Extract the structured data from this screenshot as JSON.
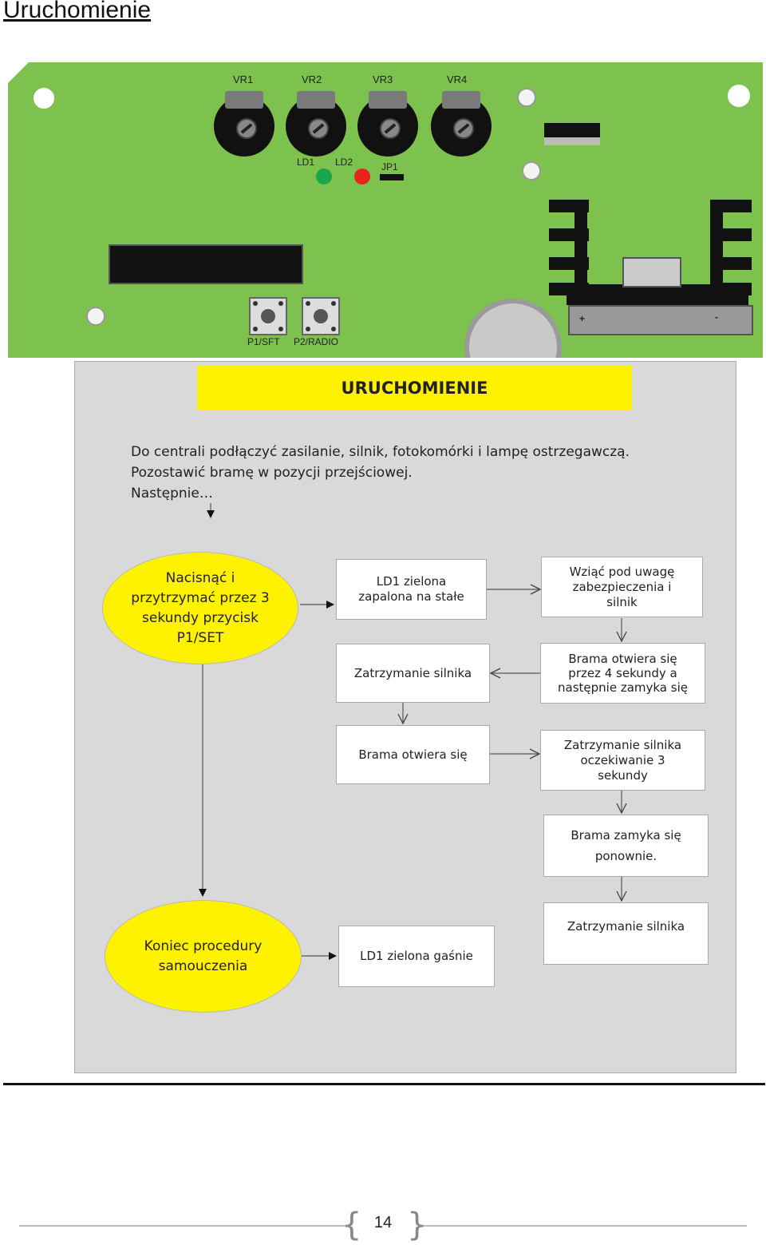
{
  "page": {
    "heading": "Uruchomienie",
    "page_number": "14"
  },
  "board": {
    "pots": [
      "VR1",
      "VR2",
      "VR3",
      "VR4"
    ],
    "led1": "LD1",
    "led2": "LD2",
    "jumper": "JP1",
    "button1": "P1/SFT",
    "button2": "P2/RADIO",
    "plus": "+",
    "minus": "-"
  },
  "flow": {
    "title": "URUCHOMIENIE",
    "intro_line1": "Do centrali podłączyć zasilanie, silnik, fotokomórki i lampę ostrzegawczą.",
    "intro_line2": "Pozostawić bramę w pozycji przejściowej.",
    "intro_line3": "Następnie…",
    "start": "Nacisnąć i przytrzymać przez 3 sekundy przycisk P1/SET",
    "ld1_on": "LD1 zielona zapalona na stałe",
    "safety": "Wziąć pod uwagę zabezpieczenia i silnik",
    "gate_open_close": "Brama otwiera się przez 4 sekundy a następnie zamyka się",
    "stop1": "Zatrzymanie silnika",
    "gate_opens": "Brama otwiera się",
    "stop_wait": "Zatrzymanie silnika oczekiwanie 3 sekundy",
    "gate_closes_again": "Brama zamyka się ponownie.",
    "stop2": "Zatrzymanie silnika",
    "end": "Koniec procedury samouczenia",
    "ld1_off": "LD1 zielona gaśnie"
  }
}
